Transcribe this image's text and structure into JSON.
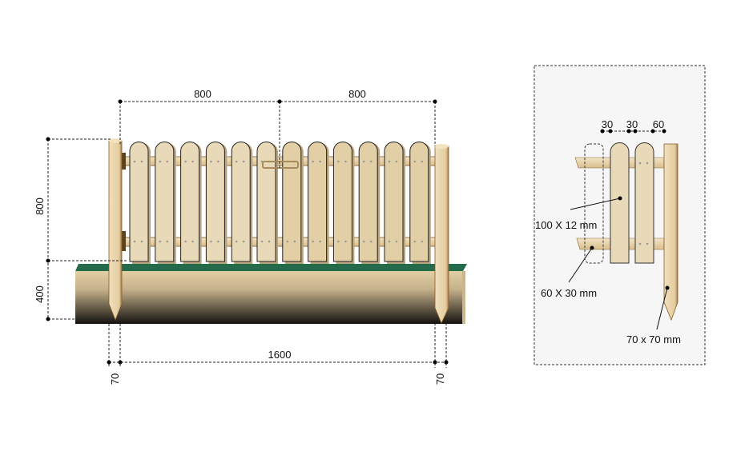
{
  "main_view": {
    "dim_top_left": "800",
    "dim_top_right": "800",
    "dim_height_fence": "800",
    "dim_height_ground": "400",
    "dim_width_total": "1600",
    "dim_post_left": "70",
    "dim_post_right": "70"
  },
  "detail_view": {
    "dim_gap1": "30",
    "dim_gap2": "30",
    "dim_gap3": "60",
    "picket_label": "100 X 12 mm",
    "rail_label": "60 X 30 mm",
    "post_label": "70 x 70 mm"
  },
  "colors": {
    "wood": "#e8d9b8",
    "wood_dark": "#e2cfa5",
    "outline": "#222222",
    "grass": "#236b4a",
    "rail": "#7a5a2a",
    "panel_bg": "#f5f5f5"
  }
}
